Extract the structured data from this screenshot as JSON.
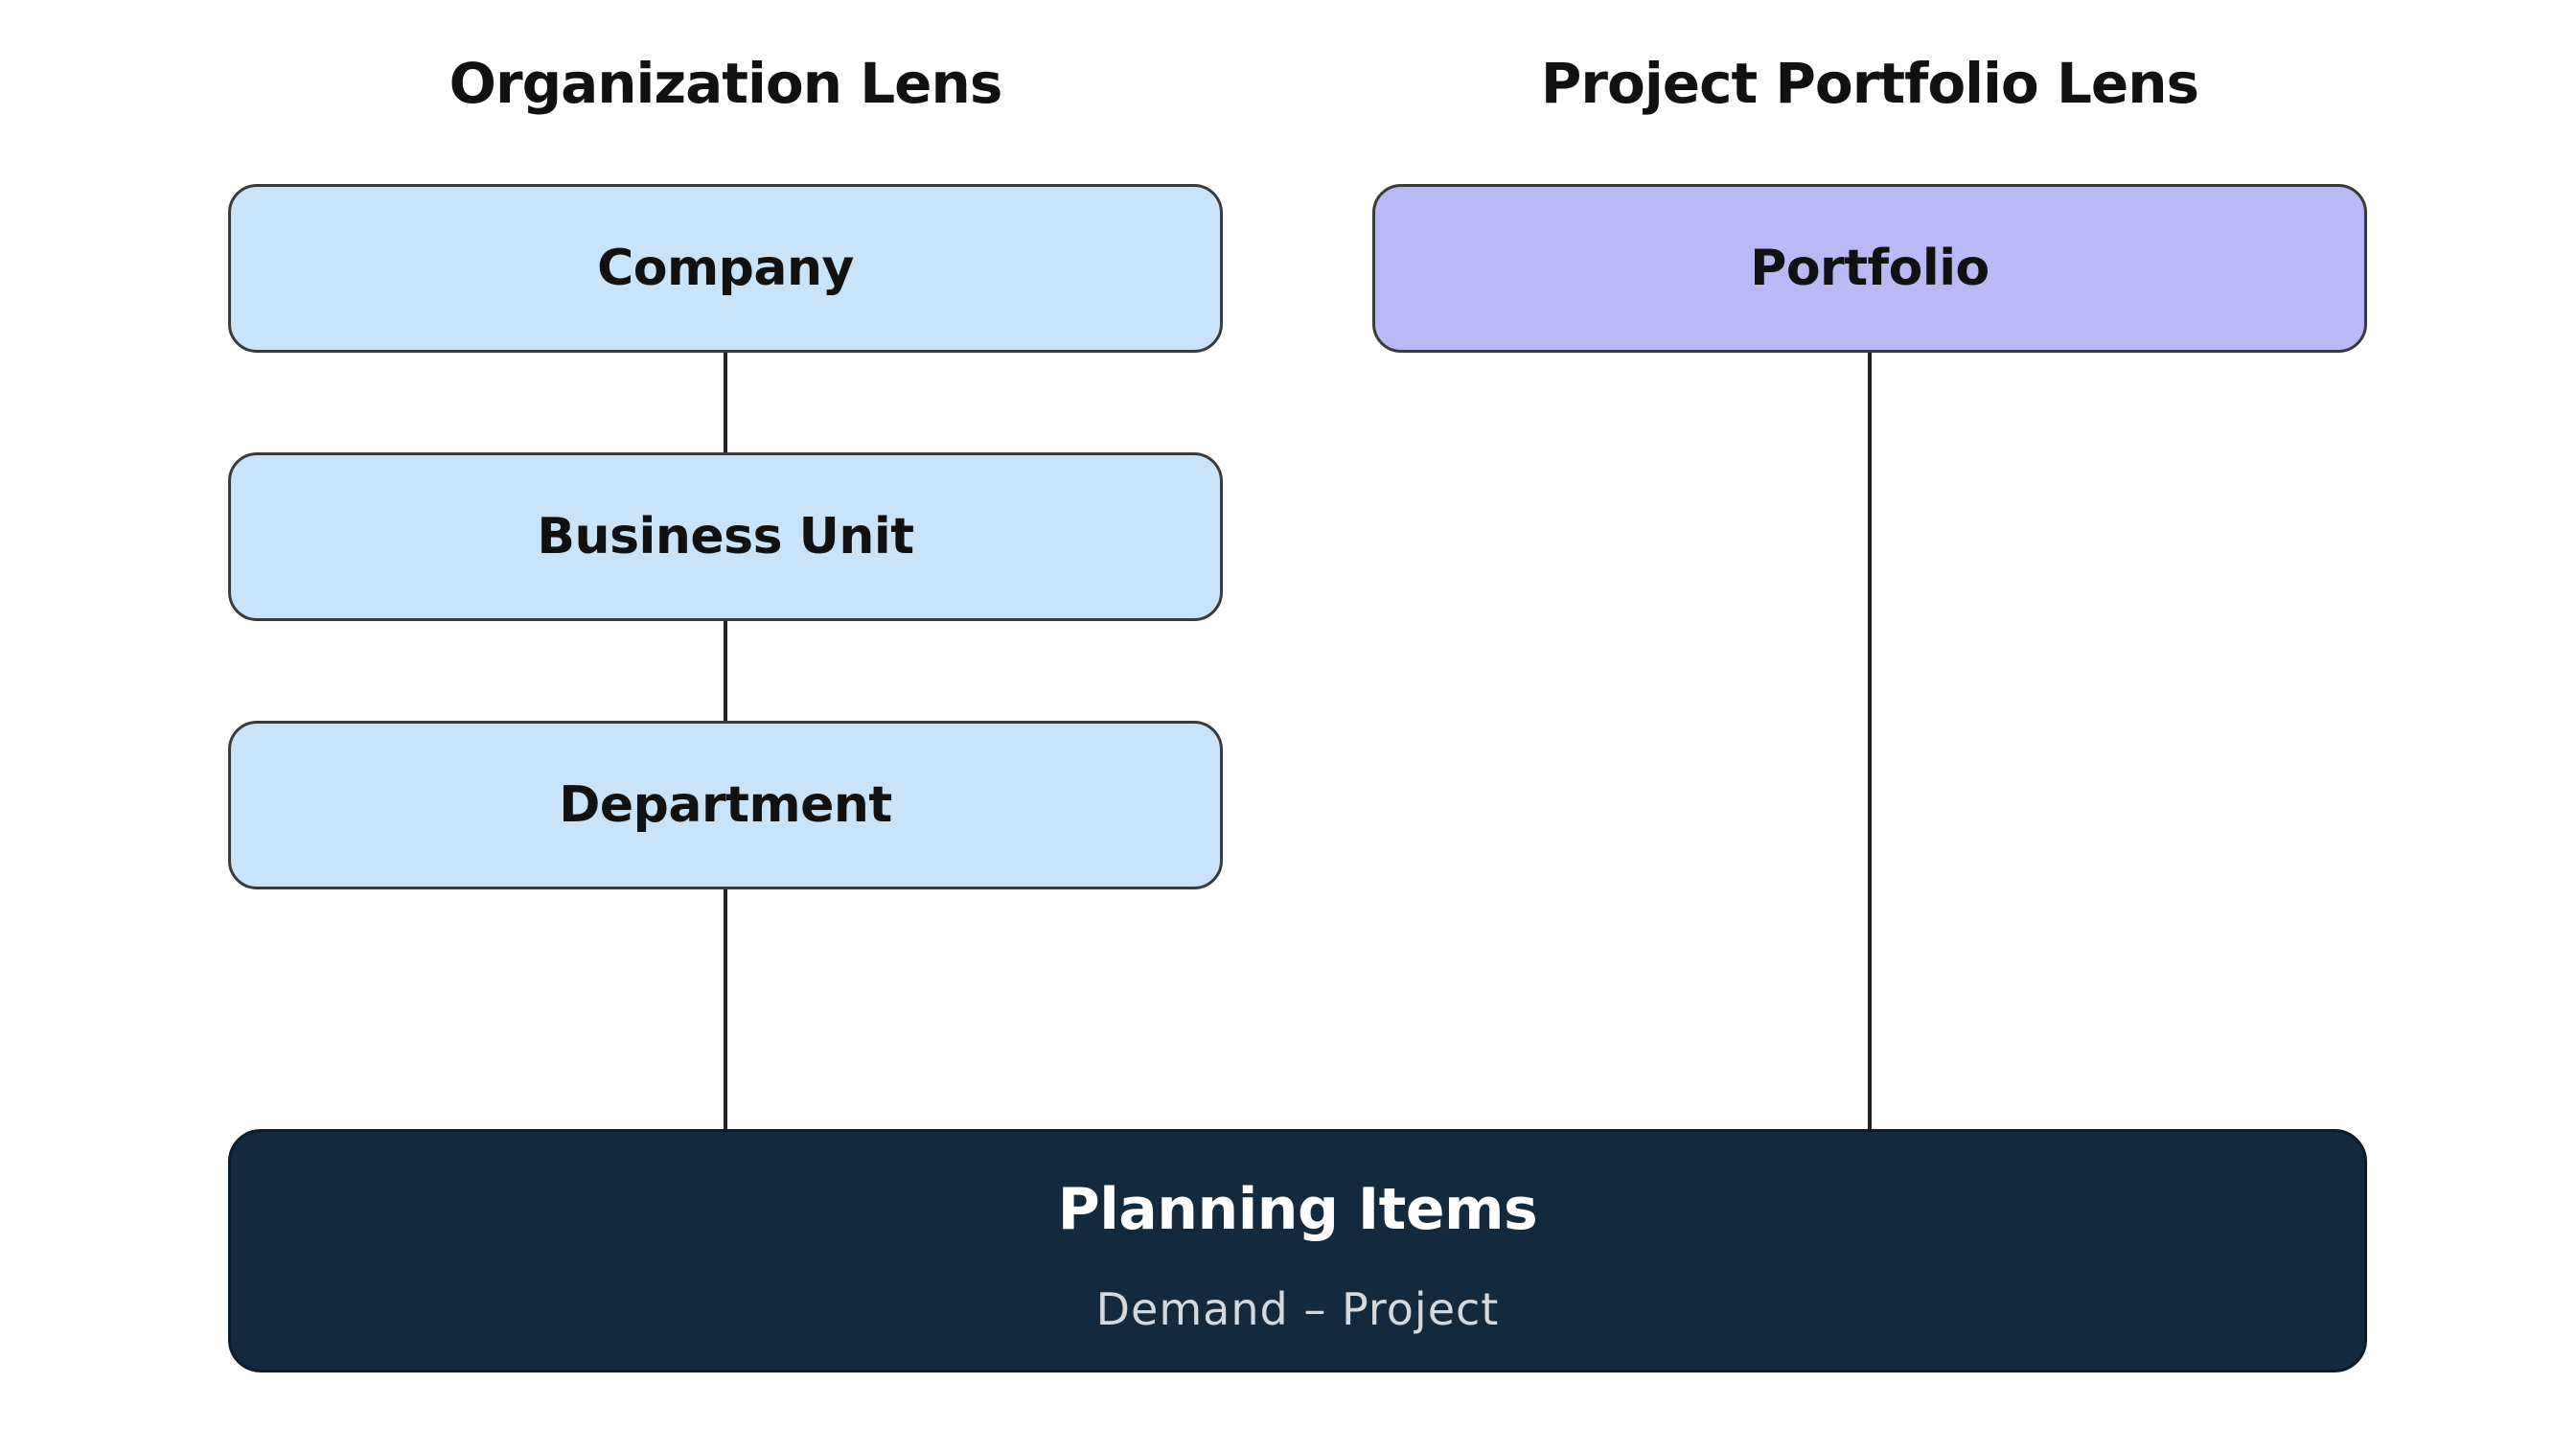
{
  "lenses": {
    "organization": {
      "title": "Organization Lens",
      "levels": [
        "Company",
        "Business Unit",
        "Department"
      ]
    },
    "portfolio": {
      "title": "Project Portfolio Lens",
      "levels": [
        "Portfolio"
      ]
    }
  },
  "planning_items": {
    "title": "Planning Items",
    "subtitle": "Demand – Project"
  },
  "colors": {
    "organization_fill": "#c9e3f9",
    "portfolio_fill": "#bbb8f6",
    "planning_fill": "#132a3e",
    "connector": "#222222"
  }
}
